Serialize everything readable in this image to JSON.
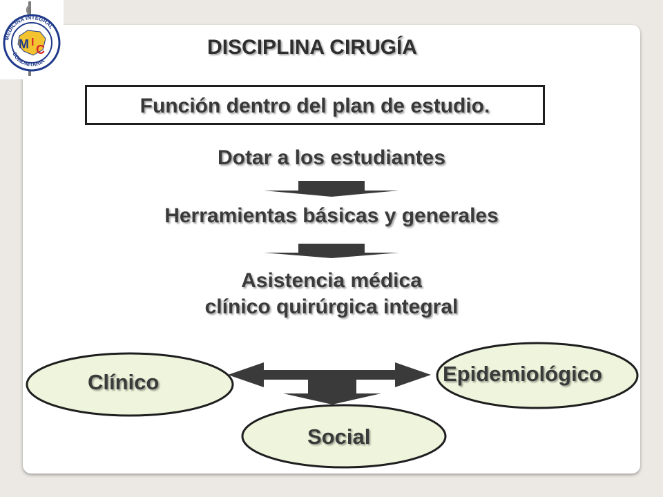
{
  "title": "DISCIPLINA CIRUGÍA",
  "function_label": "Función dentro del plan de estudio.",
  "steps": [
    "Dotar a los estudiantes",
    "Herramientas básicas y generales"
  ],
  "result": {
    "line1": "Asistencia médica",
    "line2": "clínico quirúrgica integral"
  },
  "nodes": {
    "clinical": "Clínico",
    "epidemiological": "Epidemiológico",
    "social": "Social"
  },
  "logo": {
    "ring_text_top": "MEDICINA INTEGRAL",
    "ring_text_bottom": "COMUNITARIA",
    "letters": "MIC"
  },
  "colors": {
    "ellipse_fill": "#eef5dc",
    "arrow_fill": "#3a3a3a",
    "logo_blue": "#1f3a8a",
    "logo_red": "#d9262a",
    "logo_yellow": "#f4c430"
  }
}
